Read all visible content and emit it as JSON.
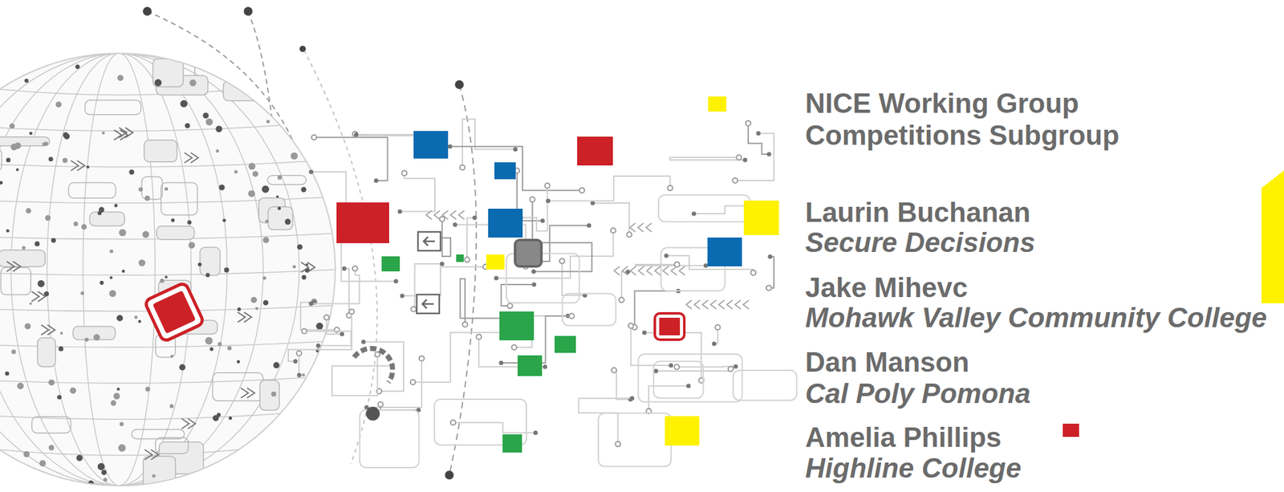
{
  "diagram": {
    "title": "NICE Working Group Competitions Subgroup",
    "labels": [
      "Laurin Buchanan",
      "Secure Decisions",
      "Jake Mihevc",
      "Mohawk Valley Community College",
      "Dan Manson",
      "Cal Poly Pomona",
      "Amelia Phillips",
      "Highline College"
    ]
  }
}
